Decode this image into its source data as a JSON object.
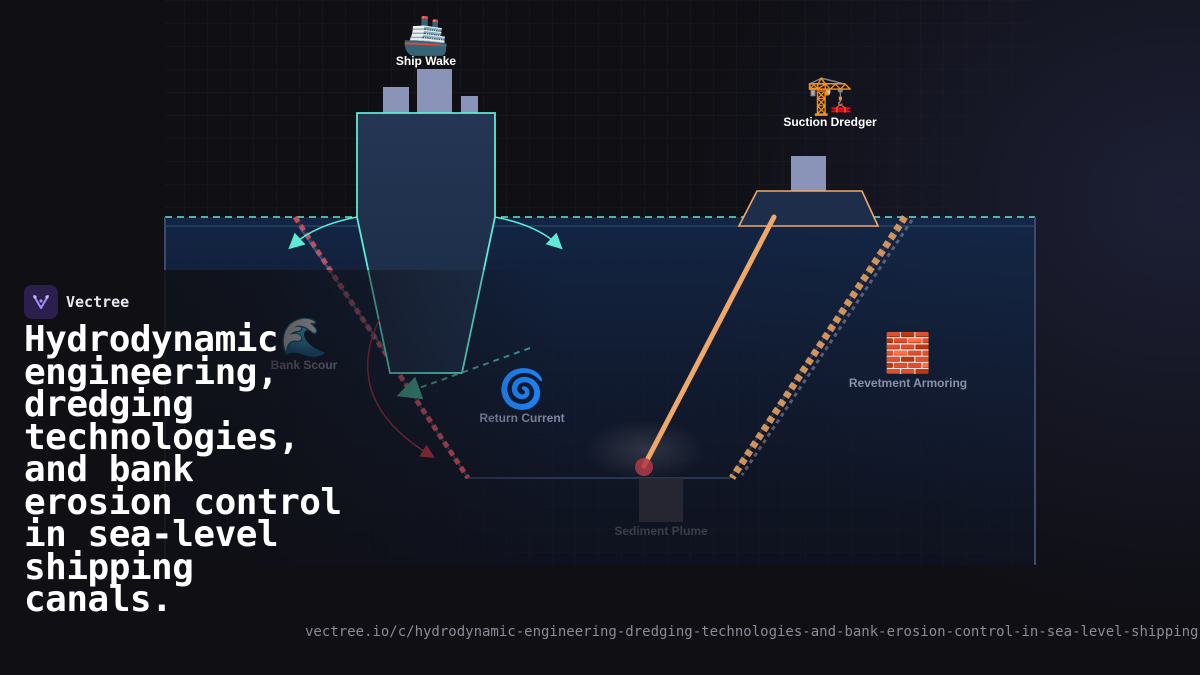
{
  "brand": {
    "name": "Vectree",
    "logo_icon": "vectree-logo-icon"
  },
  "title": "Hydrodynamic engineering, dredging technologies, and bank erosion control in sea-level shipping canals.",
  "url": "vectree.io/c/hydrodynamic-engineering-dredging-technologies-and-bank-erosion-control-in-sea-level-shipping-",
  "diagram": {
    "labels": {
      "ship_wake": "Ship Wake",
      "suction_dredger": "Suction Dredger",
      "bank_scour": "Bank Scour",
      "return_current": "Return Current",
      "revetment_armoring": "Revetment Armoring",
      "sediment_plume": "Sediment Plume"
    },
    "icons": {
      "ship": "🚢",
      "crane": "🏗️",
      "wave": "🌊",
      "cyclone": "🌀",
      "bricks": "🧱"
    },
    "colors": {
      "water_line": "#5eead4",
      "hull": "#1e2d4a",
      "scour": "#e05260",
      "dredge_pipe": "#f0a868",
      "revetment": "#e6a060"
    }
  }
}
